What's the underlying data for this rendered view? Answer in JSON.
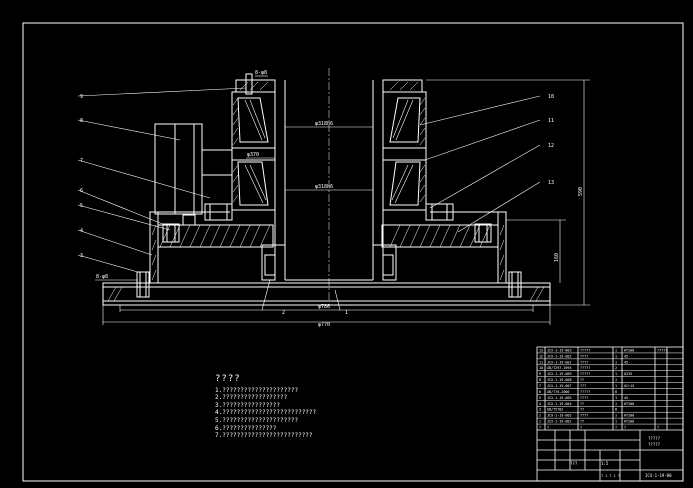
{
  "balloons": [
    "9",
    "8",
    "7",
    "6",
    "5",
    "4",
    "3",
    "2",
    "1",
    "10",
    "11",
    "12",
    "13"
  ],
  "dimensions": {
    "d_top": "φ318h6",
    "d_mid": "φ370",
    "d_inner": "φ318h6",
    "d_base1": "φ786",
    "d_base2": "φ770",
    "h_total": "590",
    "h_lower": "160",
    "bolt_label": "8-φ8",
    "top_label": "8-φ8"
  },
  "notes": {
    "title": "????",
    "lines": [
      "1.?????????????????????",
      "2.??????????????????",
      "3.????????????????",
      "4.??????????????????????????",
      "5.?????????????????????",
      "6.???????????????",
      "7.?????????????????????????"
    ]
  },
  "title_block": {
    "part_rows": [
      {
        "no": "13",
        "code": "JCX-1-19-003",
        "name": "?????",
        "qty": "1",
        "mat": "HT200",
        "note": "?????"
      },
      {
        "no": "12",
        "code": "JCX-1-19-002",
        "name": "????",
        "qty": "1",
        "mat": "45",
        "note": ""
      },
      {
        "no": "11",
        "code": "JCX-1-19-001",
        "name": "????",
        "qty": "1",
        "mat": "45",
        "note": ""
      },
      {
        "no": "10",
        "code": "GB/T297-1994",
        "name": "?????",
        "qty": "2",
        "mat": "",
        "note": ""
      },
      {
        "no": "9",
        "code": "JCX-1-19-009",
        "name": "?????",
        "qty": "1",
        "mat": "Q235",
        "note": ""
      },
      {
        "no": "8",
        "code": "JCX-1-19-008",
        "name": "??",
        "qty": "1",
        "mat": "",
        "note": ""
      },
      {
        "no": "7",
        "code": "JCX-1-19-007",
        "name": "???",
        "qty": "1",
        "mat": "GCr15",
        "note": ""
      },
      {
        "no": "6",
        "code": "GB/T70-2000",
        "name": "?????",
        "qty": "8",
        "mat": "",
        "note": ""
      },
      {
        "no": "5",
        "code": "JCX-1-19-005",
        "name": "????",
        "qty": "1",
        "mat": "45",
        "note": ""
      },
      {
        "no": "4",
        "code": "JCX-1-19-004",
        "name": "??",
        "qty": "1",
        "mat": "HT200",
        "note": ""
      },
      {
        "no": "3",
        "code": "GB/T5782",
        "name": "??",
        "qty": "8",
        "mat": "",
        "note": ""
      },
      {
        "no": "2",
        "code": "JCX-1-19-002",
        "name": "????",
        "qty": "1",
        "mat": "HT200",
        "note": ""
      },
      {
        "no": "1",
        "code": "JCX-1-19-001",
        "name": "??",
        "qty": "1",
        "mat": "HT200",
        "note": ""
      }
    ],
    "header": {
      "no": "?",
      "code": "?",
      "name": "?",
      "qty": "?",
      "mat": "?",
      "note": "?"
    },
    "drawing_title": "?????",
    "drawing_title2": "?????",
    "drawing_no": "JCX-1-19-00",
    "school": "???",
    "scale": "1:5",
    "sheet": "? 1 ? 1 ?"
  }
}
